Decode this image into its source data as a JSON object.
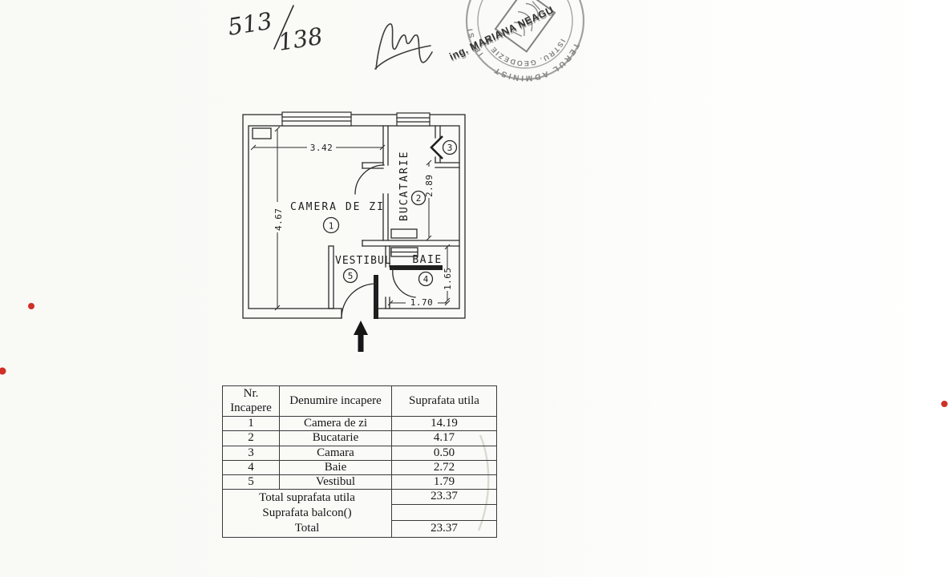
{
  "document": {
    "handwriting": {
      "numerator": "513",
      "denominator": "138"
    },
    "stamp": {
      "name": "ing. MARIANA NEAGU",
      "ring_outer": "TERUL ADMINIST",
      "ring_inner": "ISTRU. GEODEZIE SI C",
      "ring_left": "IEI SI"
    },
    "plan": {
      "rooms": [
        {
          "number": "1",
          "label": "CAMERA DE ZI"
        },
        {
          "number": "2",
          "label": "BUCATARIE"
        },
        {
          "number": "3",
          "label": ""
        },
        {
          "number": "4",
          "label": "BAIE"
        },
        {
          "number": "5",
          "label": "VESTIBUL"
        }
      ],
      "dims": {
        "living_w": "3.42",
        "living_h": "4.67",
        "kitchen_h": "2.89",
        "bath_h": "1.65",
        "bath_w": "1.70"
      }
    },
    "table": {
      "headers": [
        "Nr. Incapere",
        "Denumire incapere",
        "Suprafata utila"
      ],
      "rows": [
        {
          "nr": "1",
          "name": "Camera de zi",
          "area": "14.19"
        },
        {
          "nr": "2",
          "name": "Bucatarie",
          "area": "4.17"
        },
        {
          "nr": "3",
          "name": "Camara",
          "area": "0.50"
        },
        {
          "nr": "4",
          "name": "Baie",
          "area": "2.72"
        },
        {
          "nr": "5",
          "name": "Vestibul",
          "area": "1.79"
        }
      ],
      "summary": [
        {
          "label": "Total suprafata utila",
          "value": "23.37"
        },
        {
          "label": "Suprafata balcon()",
          "value": ""
        },
        {
          "label": "Total",
          "value": "23.37"
        }
      ]
    },
    "colors": {
      "paper": "#fafaf7",
      "ink": "#2b2b2b",
      "stamp": "#8a8a8a",
      "red_dot": "#d03026"
    }
  }
}
